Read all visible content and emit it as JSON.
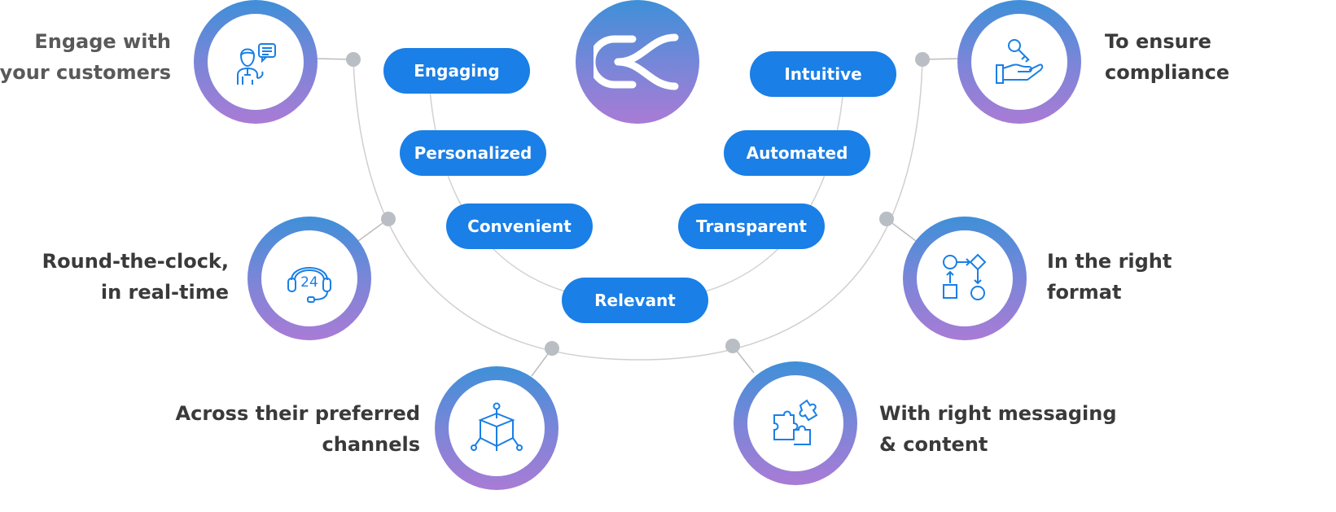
{
  "pills": {
    "engaging": "Engaging",
    "personalized": "Personalized",
    "convenient": "Convenient",
    "relevant": "Relevant",
    "intuitive": "Intuitive",
    "automated": "Automated",
    "transparent": "Transparent"
  },
  "labels": {
    "engage": {
      "line1": "Engage with",
      "line2": "your customers"
    },
    "round": {
      "line1": "Round-the-clock,",
      "line2": "in real-time"
    },
    "across": {
      "line1": "Across their preferred",
      "line2": "channels"
    },
    "compliance": {
      "line1": "To ensure",
      "line2": "compliance"
    },
    "format": {
      "line1": "In the right",
      "line2": "format"
    },
    "messaging": {
      "line1": "With right messaging",
      "line2": "& content"
    }
  },
  "icon_24_text": "24",
  "icons": {
    "engage": "customer-chat-icon",
    "round": "headset-24-icon",
    "across": "cube-channels-icon",
    "compliance": "key-in-hand-icon",
    "format": "flowchart-icon",
    "messaging": "puzzle-icon",
    "center": "cx-logo-icon"
  },
  "colors": {
    "pill": "#1a7fe6",
    "icon_stroke": "#1a7fe6",
    "ring_top": "#3f8fd8",
    "ring_bottom": "#a97bd5",
    "text": "#3a3a3a",
    "connector": "#c8c8c8",
    "dot": "#b9bec4"
  }
}
